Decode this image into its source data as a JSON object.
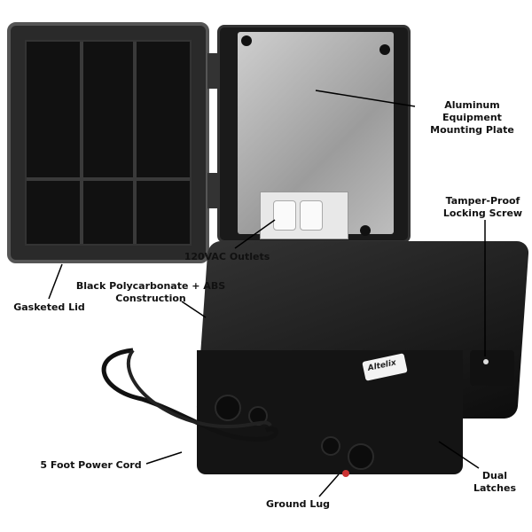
{
  "labels": {
    "mounting_plate": [
      "Aluminum Equipment",
      "Mounting Plate"
    ],
    "locking_screw": [
      "Tamper-Proof",
      "Locking Screw"
    ],
    "outlets": "120VAC Outlets",
    "construction": [
      "Black Polycarbonate + ABS",
      "Construction"
    ],
    "gasketed_lid": "Gasketed Lid",
    "power_cord": "5 Foot Power Cord",
    "dual_latches": "Dual Latches",
    "ground_lug": "Ground Lug"
  },
  "logo": "Altelix",
  "colors": {
    "enclosure": "#141414",
    "plate": "#b5b5b5",
    "background": "#ffffff"
  }
}
